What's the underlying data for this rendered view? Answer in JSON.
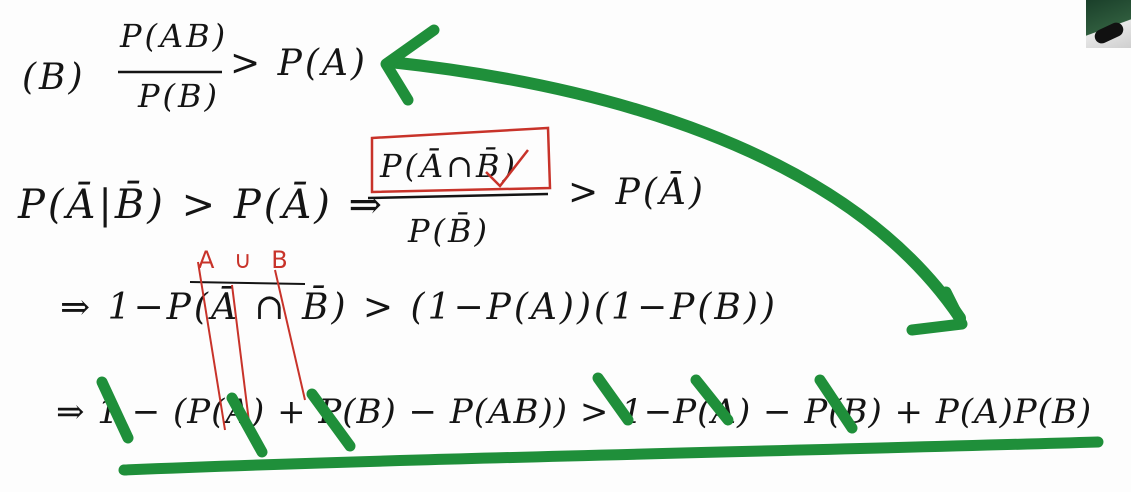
{
  "lines": {
    "l1_label": "(B)",
    "l1_num": "P(AB)",
    "l1_den": "P(B)",
    "l1_rhs": "> P(A)",
    "l2_lhs": "P(Ā|B̄) > P(Ā)  ⇒",
    "l2_num": "P(Ā∩B̄)",
    "l2_den": "P(B̄)",
    "l2_rhs": "> P(Ā)",
    "l3_annot": "A ∪ B",
    "l3": "⇒ 1−P(Ā ∩ B̄) > (1−P(A))(1−P(B))",
    "l4": "⇒ 1 − (P(A) + P(B) − P(AB)) > 1−P(A) − P(B) + P(A)P(B)"
  },
  "colors": {
    "ink": "#141414",
    "red_annotation": "#c8332a",
    "green_marker": "#1f8f3a"
  }
}
